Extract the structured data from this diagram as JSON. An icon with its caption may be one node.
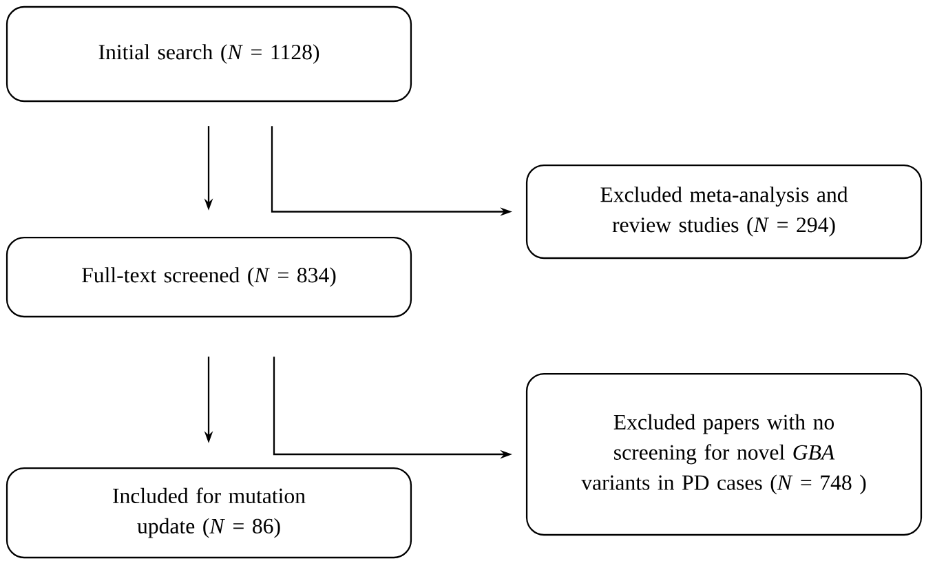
{
  "diagram": {
    "nodes": [
      {
        "text": [
          "Initial search (*N* = 1128)"
        ]
      },
      {
        "text": [
          "Excluded meta-analysis and review studies (*N* = 294)"
        ]
      },
      {
        "text": [
          "Full-text screened (*N* = 834)"
        ]
      },
      {
        "text": [
          "Excluded papers with no screening for novel *GBA* variants in PD cases (*N* = 748 )"
        ]
      },
      {
        "text": [
          "Included for mutation update (*N* = 86)"
        ]
      }
    ],
    "edges": [
      {
        "from": 0,
        "to": 2,
        "arrow": "to"
      },
      {
        "from": 0,
        "to": 1,
        "arrow": "to"
      },
      {
        "from": 2,
        "to": 4,
        "arrow": "to"
      },
      {
        "from": 2,
        "to": 3,
        "arrow": "to"
      }
    ]
  }
}
